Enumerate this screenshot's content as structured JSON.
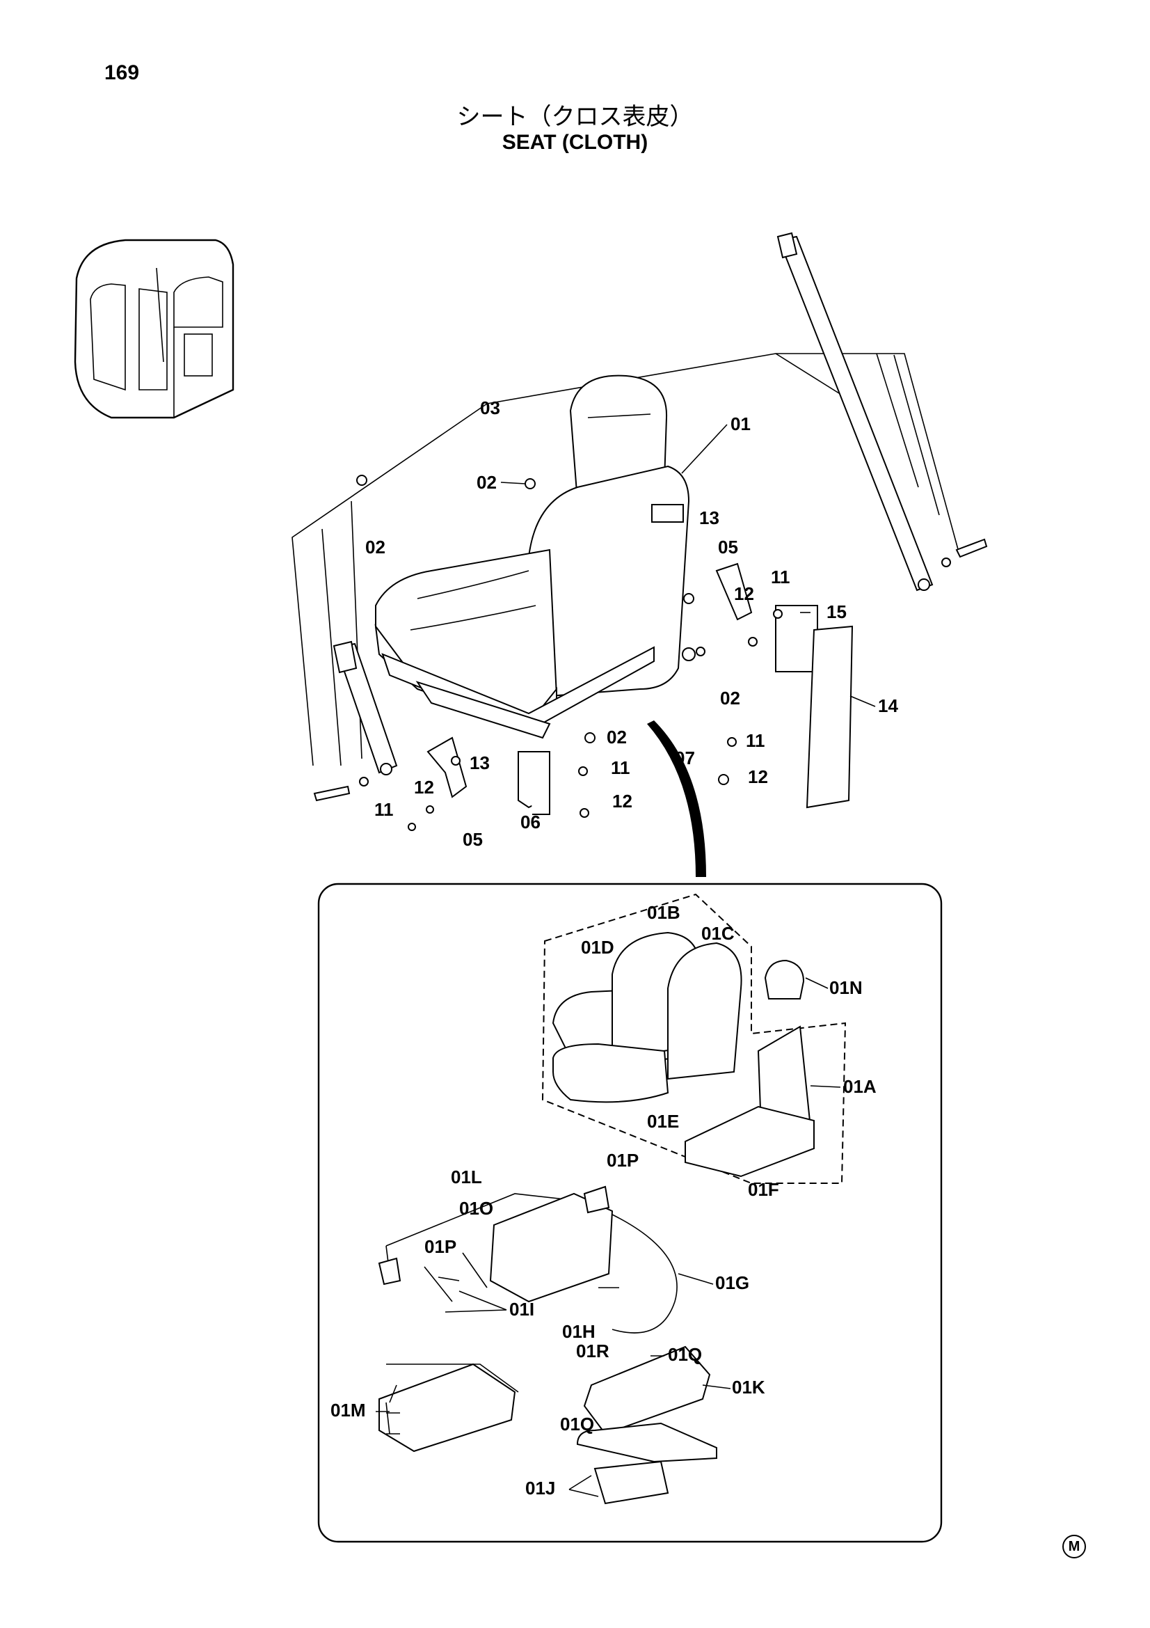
{
  "page_number": "169",
  "title_jp": "シート（クロス表皮）",
  "title_en": "SEAT (CLOTH)",
  "corner_mark": "M",
  "labels": {
    "l03": "03",
    "l01": "01",
    "l02a": "02",
    "l02b": "02",
    "l02c": "02",
    "l02d": "02",
    "l13a": "13",
    "l13b": "13",
    "l05a": "05",
    "l05b": "05",
    "l11a": "11",
    "l11b": "11",
    "l11c": "11",
    "l11d": "11",
    "l12a": "12",
    "l12b": "12",
    "l12c": "12",
    "l12d": "12",
    "l15": "15",
    "l14": "14",
    "l07": "07",
    "l06": "06",
    "l01B": "01B",
    "l01C": "01C",
    "l01D": "01D",
    "l01N": "01N",
    "l01A": "01A",
    "l01E": "01E",
    "l01F": "01F",
    "l01P_a": "01P",
    "l01P_b": "01P",
    "l01L": "01L",
    "l01O": "01O",
    "l01G": "01G",
    "l01I": "01I",
    "l01H": "01H",
    "l01R": "01R",
    "l01Q_a": "01Q",
    "l01Q_b": "01Q",
    "l01K": "01K",
    "l01M": "01M",
    "l01J": "01J"
  }
}
